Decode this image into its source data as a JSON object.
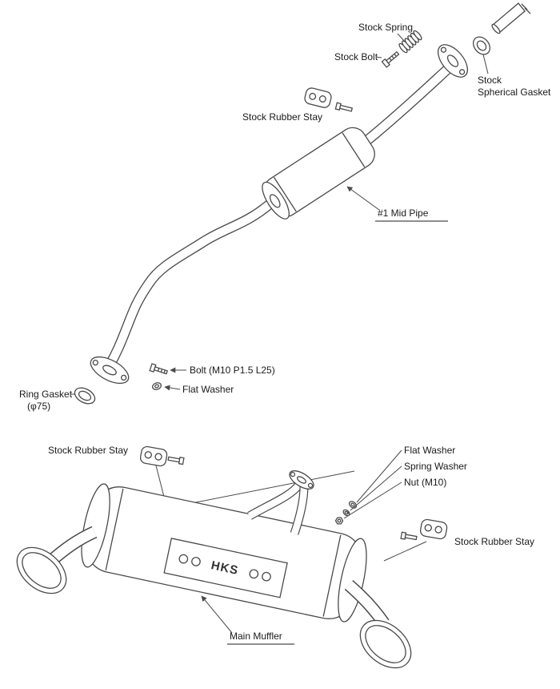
{
  "title": "Exhaust system exploded parts diagram",
  "colors": {
    "line": "#4a4a4a",
    "text": "#1a1a1a",
    "background": "#ffffff"
  },
  "labels": {
    "stock_spring": "Stock Spring",
    "stock_bolt": "Stock Bolt",
    "stock_spherical_gasket_line1": "Stock",
    "stock_spherical_gasket_line2": "Spherical Gasket",
    "stock_rubber_stay_top": "Stock Rubber Stay",
    "mid_pipe": "#1 Mid Pipe",
    "bolt_m10": "Bolt (M10 P1.5 L25)",
    "flat_washer_mid": "Flat Washer",
    "ring_gasket_line1": "Ring Gasket",
    "ring_gasket_line2": "(φ75)",
    "stock_rubber_stay_left": "Stock Rubber Stay",
    "flat_washer": "Flat Washer",
    "spring_washer": "Spring Washer",
    "nut_m10": "Nut (M10)",
    "stock_rubber_stay_right": "Stock Rubber Stay",
    "main_muffler": "Main Muffler",
    "plate_logo": "HKS"
  }
}
